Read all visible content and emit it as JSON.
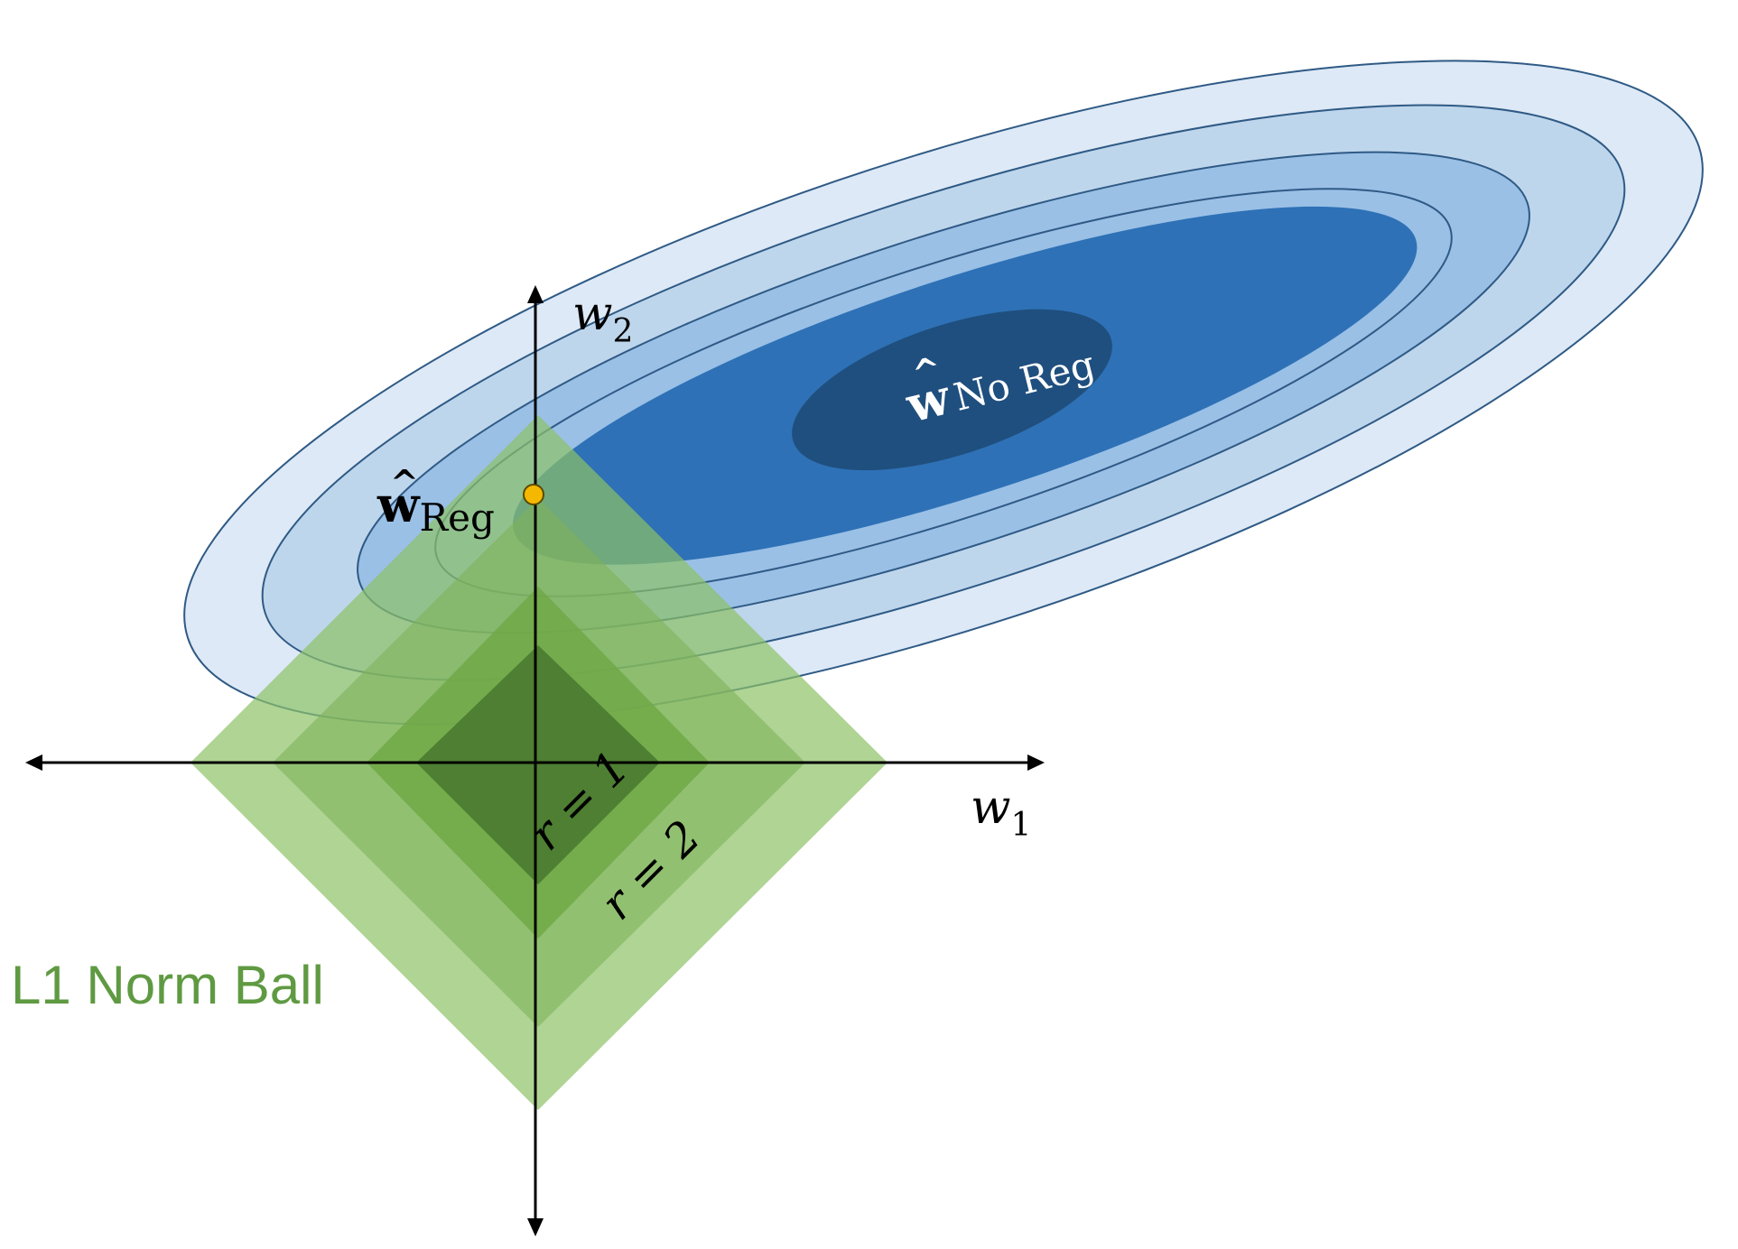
{
  "labels": {
    "w2": {
      "base": "w",
      "sub": "2"
    },
    "w1": {
      "base": "w",
      "sub": "1"
    },
    "w_no_reg": {
      "hat": "^",
      "base": "w",
      "sub": "No Reg"
    },
    "w_reg": {
      "hat": "^",
      "base": "w",
      "sub": "Reg"
    },
    "r1": "r = 1",
    "r2": "r = 2",
    "caption": "L1 Norm Ball"
  },
  "colors": {
    "ellipse_stroke": "#2f5a85",
    "ellipse_fills": [
      "#dde9f6",
      "#bed6ec",
      "#9ac0e6",
      "#2e71b6",
      "#1f4f7e"
    ],
    "green_fills": [
      "#a5cc8a",
      "#8ebf6f",
      "#72ad4a",
      "#4e7f32"
    ],
    "caption_color": "#5f9a42",
    "point_fill": "#f5b800",
    "point_stroke": "#5a4a00",
    "axis_color": "#000000"
  }
}
